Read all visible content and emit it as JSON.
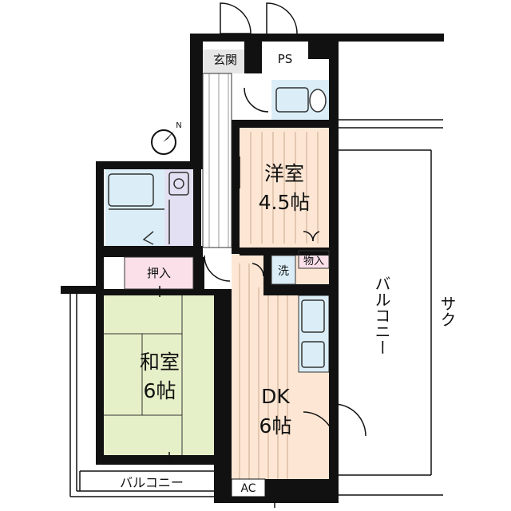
{
  "labels": {
    "entrance": "玄関",
    "pipe_space": "PS",
    "western_room": "洋室",
    "western_room_size": "4.5帖",
    "storage": "物入",
    "laundry": "洗",
    "closet": "押入",
    "japanese_room": "和室",
    "japanese_room_size": "6帖",
    "dk": "DK",
    "dk_size": "6帖",
    "balcony_main": "バルコニー",
    "balcony_lower": "バルコニー",
    "fence": "サク",
    "ac": "AC",
    "north_marker": "N"
  },
  "colors": {
    "wall": "#111111",
    "western_room_floor": "#fde7d4",
    "dk_floor": "#fde7d4",
    "japanese_room_floor": "#e6f0c8",
    "closet_fill": "#fbe0ea",
    "storage_fill": "#fbe0ea",
    "wet_area_fill": "#dbeef8",
    "laundry_fill": "#dbeef8",
    "bath_fill": "#dbeef8",
    "washroom_fill": "#e2e0f2",
    "entrance_fill": "#e6e6e6",
    "hallway_fill": "#ffffff"
  }
}
